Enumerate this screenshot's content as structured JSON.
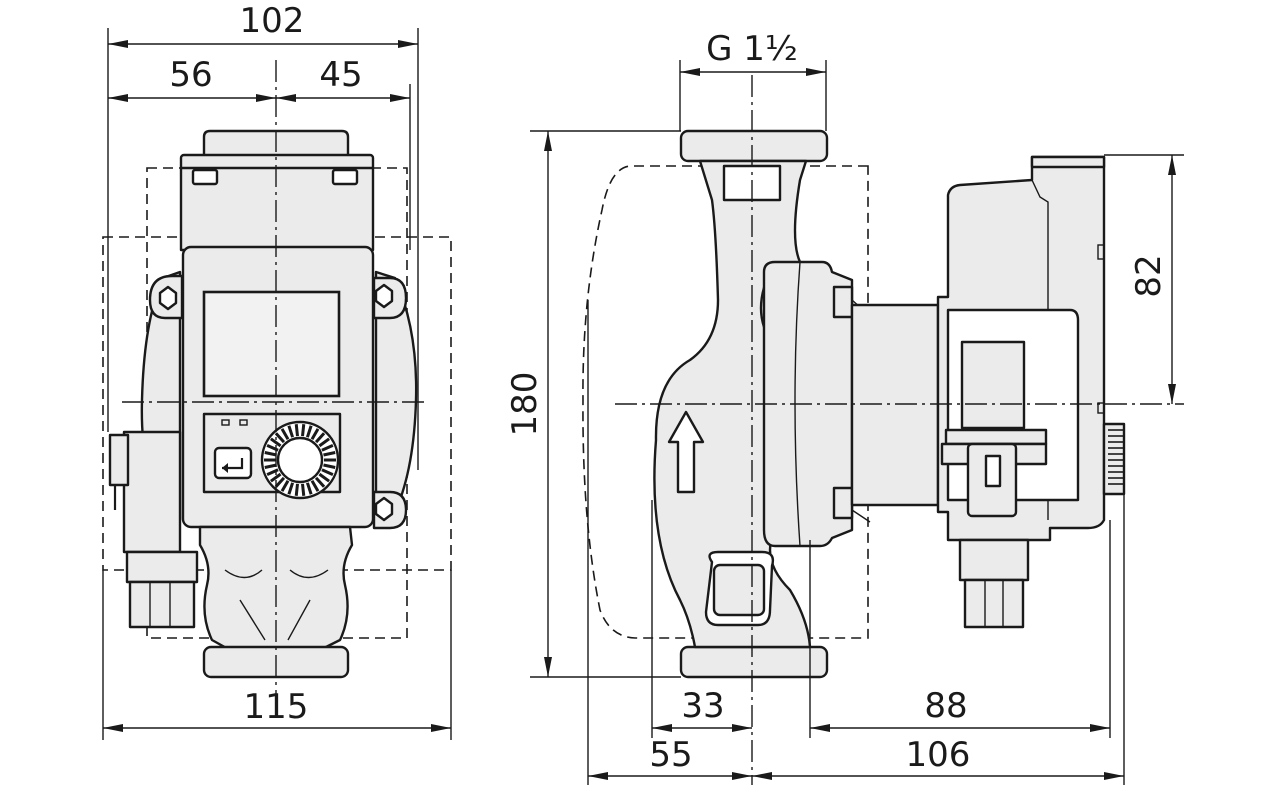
{
  "dimensions": {
    "front_total_width": "102",
    "front_left_to_axis": "56",
    "front_axis_to_right": "45",
    "front_base_width": "115",
    "side_thread": "G 1½",
    "side_height": "180",
    "side_motor_height": "82",
    "side_33": "33",
    "side_55": "55",
    "side_88": "88",
    "side_106": "106"
  },
  "icons": {
    "flow_arrow": "flow-direction-arrow-icon",
    "return_button": "return-arrow-icon",
    "dial": "control-knob-icon"
  }
}
